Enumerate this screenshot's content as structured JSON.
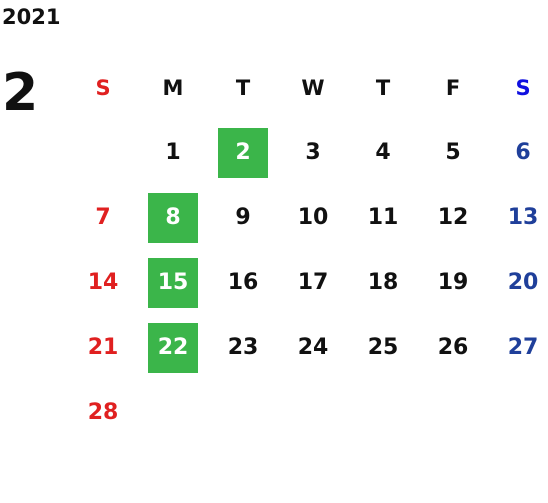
{
  "calendar": {
    "year": "2021",
    "month": "2",
    "weekdays": [
      "S",
      "M",
      "T",
      "W",
      "T",
      "F",
      "S"
    ],
    "first_weekday_index": 1,
    "days_in_month": 28,
    "highlighted_days": [
      2,
      8,
      15,
      22
    ],
    "colors": {
      "sunday": "#e02020",
      "saturday_header": "#1010e0",
      "saturday": "#1f3f9a",
      "weekday": "#111111",
      "highlight_bg": "#3bb54a",
      "highlight_text": "#ffffff"
    }
  }
}
